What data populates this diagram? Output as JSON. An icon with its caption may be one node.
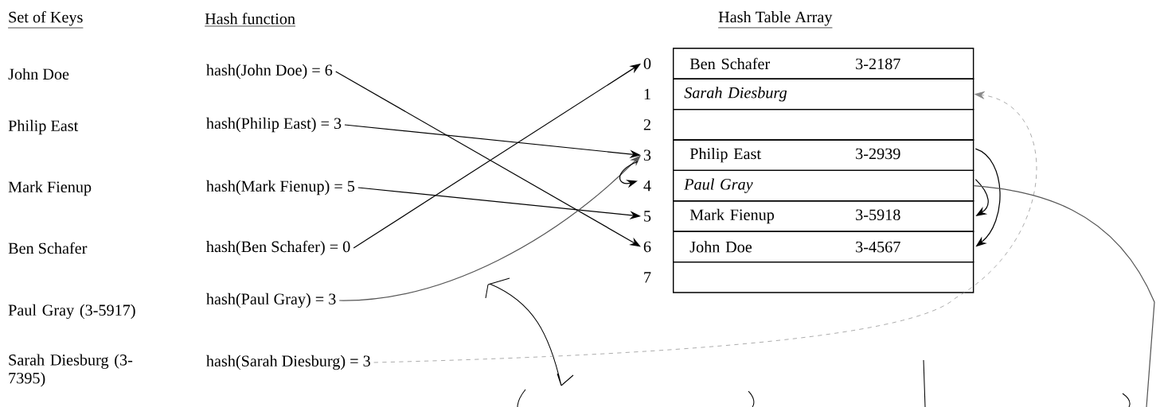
{
  "diagram": {
    "nodes": [
      {
        "text": [
          "hash(John Doe) = 6"
        ]
      },
      {
        "text": [
          "hash(Philip East) = 3"
        ]
      },
      {
        "text": [
          "hash(Mark Fienup) = 5"
        ]
      },
      {
        "text": [
          "hash(Ben Schafer) = 0"
        ]
      },
      {
        "text": [
          "hash(Paul Gray) = 3"
        ]
      },
      {
        "text": [
          "hash(Sarah Diesburg) = 3"
        ]
      },
      {
        "text": [
          "Ben Schafer",
          "3-2187"
        ],
        "beside": [
          "0"
        ]
      },
      {
        "text": [
          "Sarah Diesburg"
        ],
        "beside": [
          "1"
        ]
      },
      {
        "text": [],
        "shape": "box",
        "beside": [
          "2"
        ]
      },
      {
        "text": [
          "Philip East",
          "3-2939"
        ],
        "beside": [
          "3"
        ]
      },
      {
        "text": [
          "Paul Gray"
        ],
        "beside": [
          "4"
        ]
      },
      {
        "text": [
          "Mark Fienup",
          "3-5918"
        ],
        "beside": [
          "5"
        ]
      },
      {
        "text": [
          "John Doe",
          "3-4567"
        ],
        "beside": [
          "6"
        ]
      },
      {
        "text": [],
        "shape": "box",
        "beside": [
          "7"
        ]
      }
    ],
    "edges": [
      {
        "from": 0,
        "to": 12,
        "arrow": "to"
      },
      {
        "from": 1,
        "to": 9,
        "arrow": "to"
      },
      {
        "from": 2,
        "to": 11,
        "arrow": "to"
      },
      {
        "from": 3,
        "to": 6,
        "arrow": "to"
      },
      {
        "from": 4,
        "to": 9,
        "arrow": "to",
        "color": "#555555"
      },
      {
        "from": 5,
        "to": 7,
        "arrow": "to",
        "style": "dashed",
        "color": "#888888"
      },
      {
        "from": 9,
        "to": 10,
        "arrow": "to"
      },
      {
        "from": 9,
        "to": 12,
        "arrow": "to"
      },
      {
        "from": 10,
        "to": 11,
        "arrow": "to"
      },
      {
        "from": 10,
        "to": null,
        "arrow": "none",
        "color": "#555555"
      }
    ],
    "labels": [
      "Set of Keys",
      "Hash function",
      "Hash Table Array",
      "John Doe",
      "Philip East",
      "Mark Fienup",
      "Ben Schafer",
      "Paul Gray (3-5917)",
      "Sarah Diesburg (3-7395)"
    ]
  }
}
